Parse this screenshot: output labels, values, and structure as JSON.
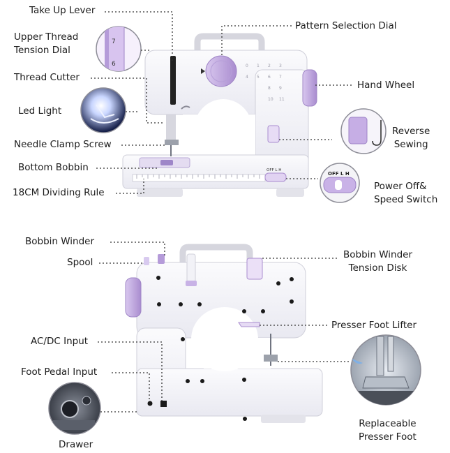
{
  "labels": {
    "take_up_lever": "Take Up Lever",
    "upper_thread_tension_dial": "Upper Thread\nTension Dial",
    "thread_cutter": "Thread Cutter",
    "led_light": "Led Light",
    "needle_clamp_screw": "Needle Clamp Screw",
    "bottom_bobbin": "Bottom Bobbin",
    "dividing_rule": "18CM Dividing Rule",
    "pattern_selection_dial": "Pattern Selection Dial",
    "hand_wheel": "Hand Wheel",
    "reverse_sewing": "Reverse\nSewing",
    "power_speed_switch": "Power Off&\nSpeed Switch",
    "bobbin_winder": "Bobbin Winder",
    "spool": "Spool",
    "bobbin_winder_tension_disk": "Bobbin Winder\nTension Disk",
    "presser_foot_lifter": "Presser Foot Lifter",
    "ac_dc_input": "AC/DC Input",
    "foot_pedal_input": "Foot Pedal Input",
    "drawer": "Drawer",
    "replaceable_presser_foot": "Replaceable\nPresser Foot"
  },
  "switch_text": {
    "off_l_h": "OFF  L  H"
  },
  "dial_numbers": {
    "tension_top": "7",
    "tension_bottom": "6"
  },
  "colors": {
    "machine_body": "#f4f4f8",
    "accent_purple": "#c7b0e4",
    "accent_purple_dark": "#a98ccf",
    "outline": "#bdbdc8",
    "leader": "#333333"
  }
}
